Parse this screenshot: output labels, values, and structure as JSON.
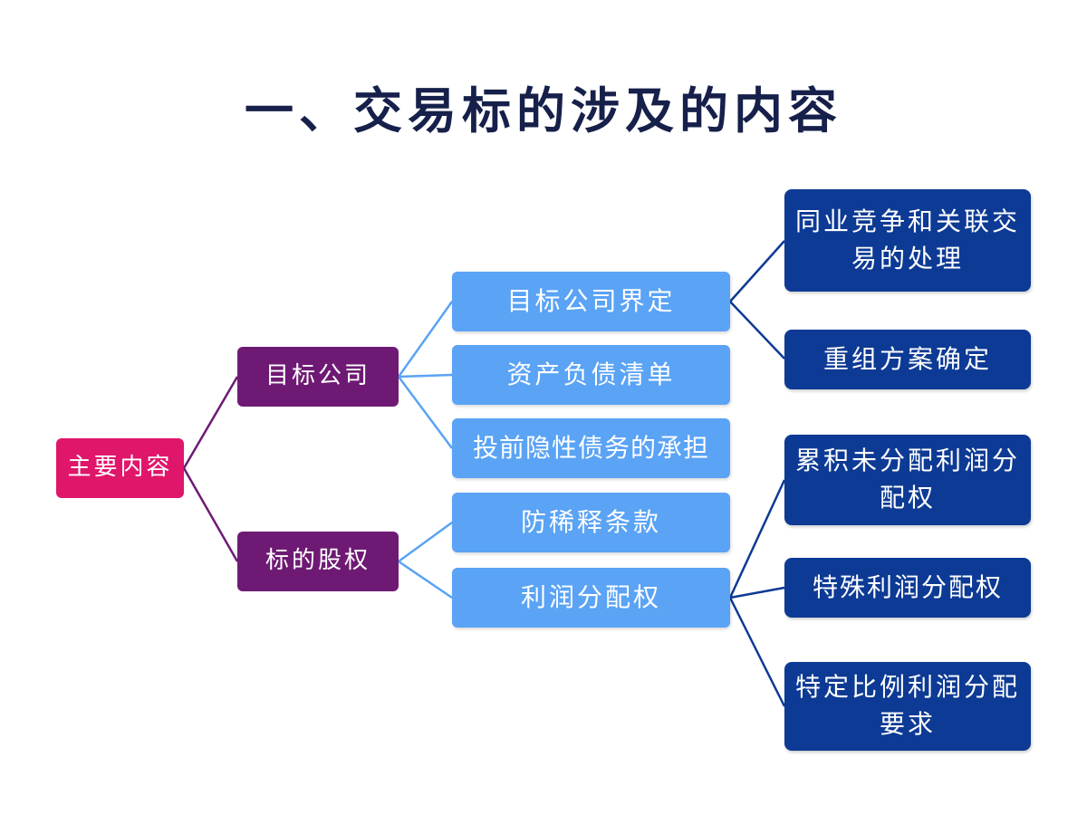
{
  "title": "一、交易标的涉及的内容",
  "root": {
    "label": "主要内容"
  },
  "level1": [
    {
      "label": "目标公司"
    },
    {
      "label": "标的股权"
    }
  ],
  "level2": [
    {
      "label": "目标公司界定"
    },
    {
      "label": "资产负债清单"
    },
    {
      "label": "投前隐性债务的承担"
    },
    {
      "label": "防稀释条款"
    },
    {
      "label": "利润分配权"
    }
  ],
  "level3": [
    {
      "label": "同业竞争和关联交易的处理"
    },
    {
      "label": "重组方案确定"
    },
    {
      "label": "累积未分配利润分配权"
    },
    {
      "label": "特殊利润分配权"
    },
    {
      "label": "特定比例利润分配要求"
    }
  ],
  "colors": {
    "root": "#e0166b",
    "level1": "#6e1a74",
    "level2": "#5aa3f5",
    "level3": "#0d3a94",
    "title": "#16204a"
  }
}
